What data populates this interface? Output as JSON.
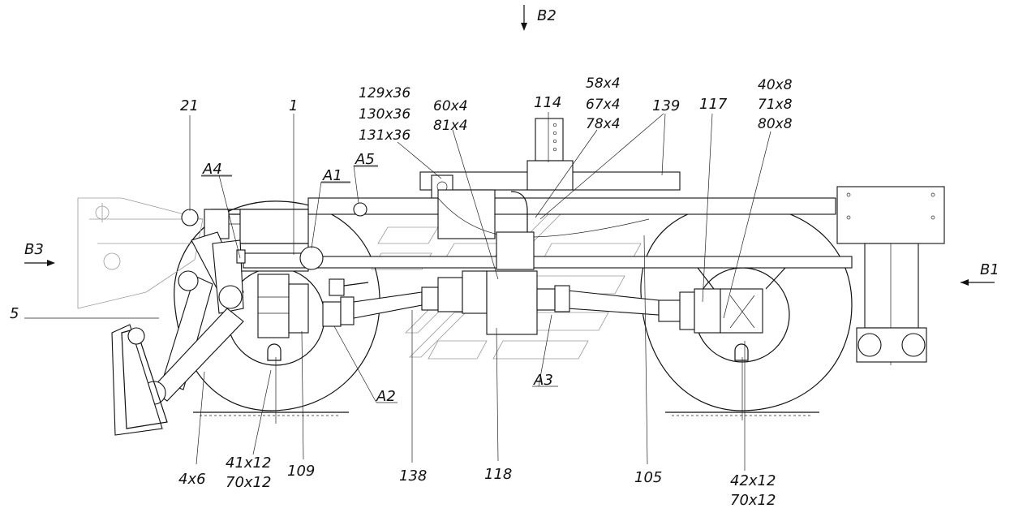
{
  "views": {
    "B1": "B1",
    "B2": "B2",
    "B3": "B3"
  },
  "sections": {
    "A1": "A1",
    "A2": "A2",
    "A3": "A3",
    "A4": "A4",
    "A5": "A5"
  },
  "callouts": {
    "p21": "21",
    "p1": "1",
    "p5": "5",
    "p109": "109",
    "p138": "138",
    "p118": "118",
    "p105": "105",
    "p114": "114",
    "p139": "139",
    "p117": "117",
    "s4x6": "4x6",
    "s41x12": "41x12",
    "s70x12a": "70x12",
    "s42x12": "42x12",
    "s70x12b": "70x12",
    "s129x36": "129x36",
    "s130x36": "130x36",
    "s131x36": "131x36",
    "s60x4": "60x4",
    "s81x4": "81x4",
    "s58x4": "58x4",
    "s67x4": "67x4",
    "s78x4": "78x4",
    "s40x8": "40x8",
    "s71x8": "71x8",
    "s80x8": "80x8"
  }
}
